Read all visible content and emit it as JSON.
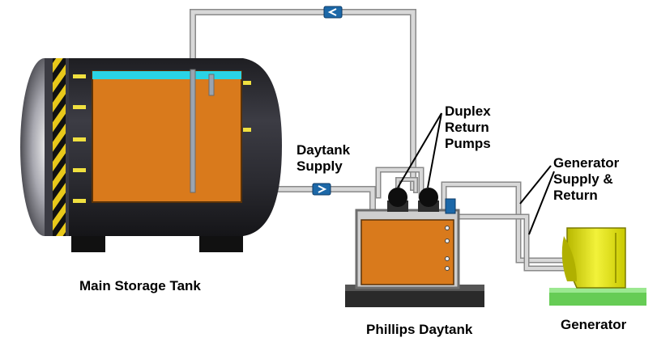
{
  "labels": {
    "main_tank": "Main Storage Tank",
    "daytank_supply": [
      "Daytank",
      "Supply"
    ],
    "duplex_pumps": [
      "Duplex",
      "Return",
      "Pumps"
    ],
    "generator_lines": [
      "Generator",
      "Supply &",
      "Return"
    ],
    "daytank": "Phillips Daytank",
    "generator": "Generator"
  },
  "colors": {
    "fuel": "#d97a1c",
    "fuel_surface": "#2ad4e6",
    "tank_body": "#2b2b30",
    "pipe": "#c8c8c8",
    "arrow_box": "#1c68a8",
    "generator": "#e8e818",
    "ground": "#66cc55"
  }
}
